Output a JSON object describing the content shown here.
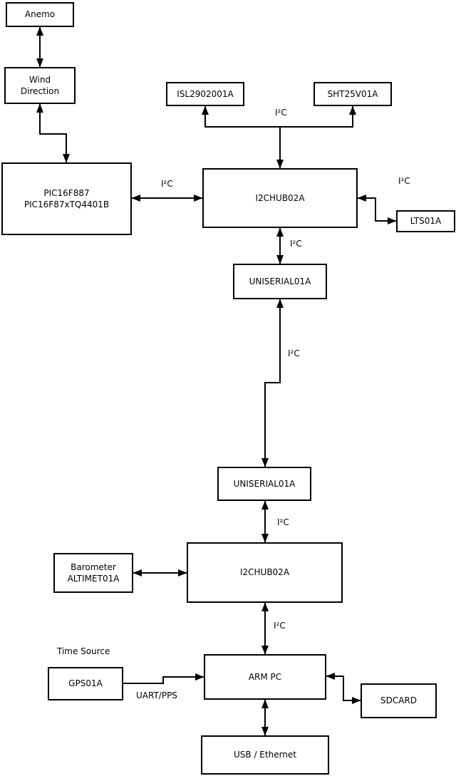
{
  "diagram": {
    "boxes": {
      "anemo": {
        "label": "Anemo"
      },
      "wind_direction": {
        "label": "Wind\nDirection"
      },
      "pic": {
        "label": "PIC16F887\nPIC16F87xTQ4401B"
      },
      "isl": {
        "label": "ISL2902001A"
      },
      "sht": {
        "label": "SHT25V01A"
      },
      "i2chub_top": {
        "label": "I2CHUB02A"
      },
      "lts": {
        "label": "LTS01A"
      },
      "uniserial_top": {
        "label": "UNISERIAL01A"
      },
      "uniserial_bottom": {
        "label": "UNISERIAL01A"
      },
      "i2chub_bottom": {
        "label": "I2CHUB02A"
      },
      "barometer": {
        "label": "Barometer\nALTIMET01A"
      },
      "gps": {
        "label": "GPS01A"
      },
      "arm_pc": {
        "label": "ARM PC"
      },
      "sdcard": {
        "label": "SDCARD"
      },
      "usb_ethernet": {
        "label": "USB / Ethernet"
      }
    },
    "edge_labels": {
      "i2c_sensors": "I²C",
      "i2c_pic_hub": "I²C",
      "i2c_lts": "I²C",
      "i2c_hub_uniserial": "I²C",
      "i2c_long_link": "I²C",
      "i2c_uniserial_hub": "I²C",
      "i2c_hub_arm": "I²C",
      "time_source": "Time Source",
      "uart_pps": "UART/PPS"
    },
    "colors": {
      "line": "#000000",
      "box_fill": "#ffffff",
      "background": "#ffffff"
    }
  }
}
